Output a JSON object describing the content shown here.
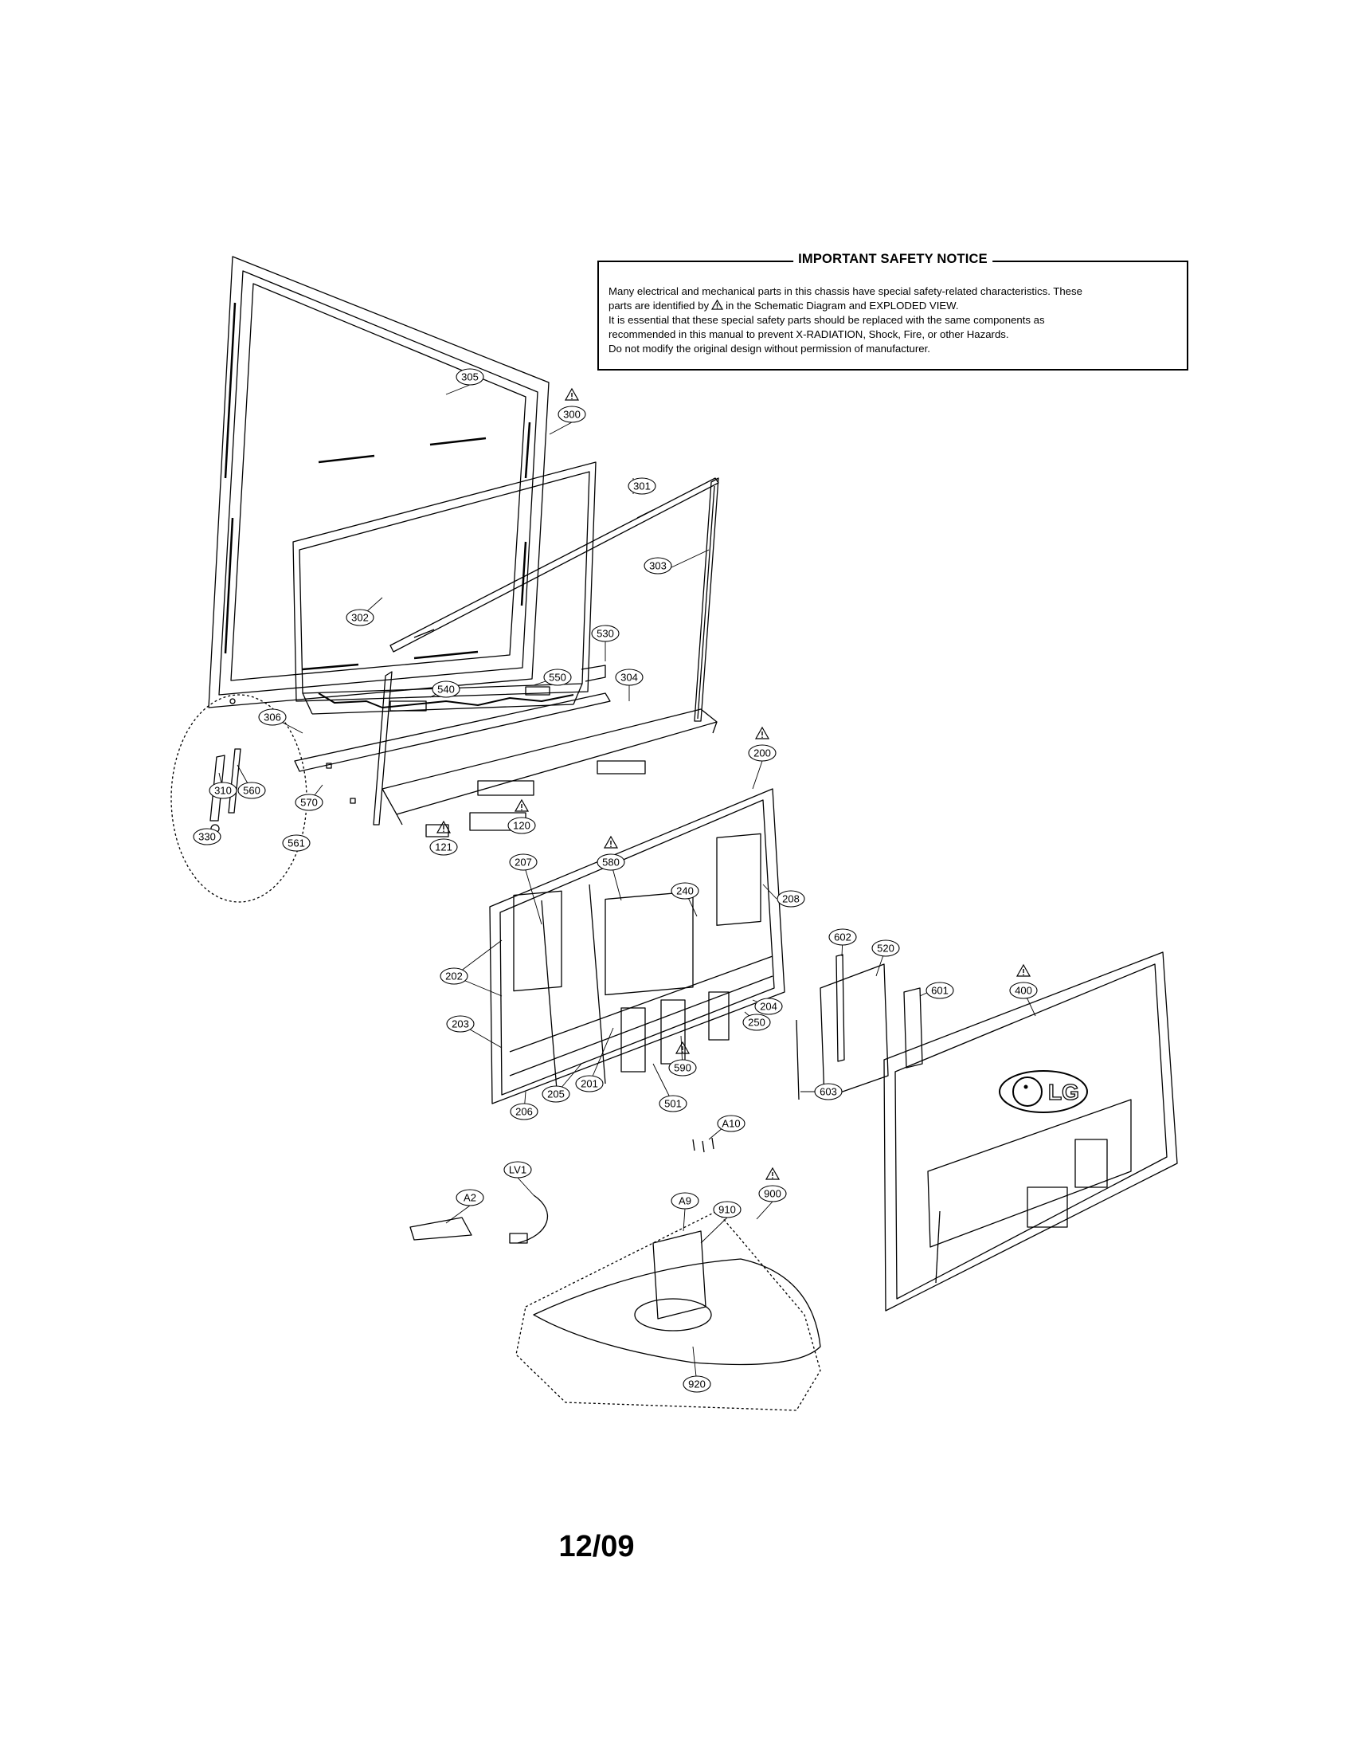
{
  "notice": {
    "title": "IMPORTANT SAFETY NOTICE",
    "line1": "Many electrical and mechanical parts in this chassis have special safety-related characteristics. These",
    "line2a": "parts are identified by",
    "line2b": "in the Schematic Diagram and EXPLODED VIEW.",
    "line3": "It is essential that these special safety parts should be replaced with the same components as",
    "line4": "recommended in this manual to prevent X-RADIATION, Shock, Fire, or other Hazards.",
    "line5": "Do not modify the original design without permission of manufacturer."
  },
  "brand_logo": "LG",
  "page_number": "12/09",
  "part_labels": [
    {
      "id": "305"
    },
    {
      "id": "300",
      "safety": true
    },
    {
      "id": "301"
    },
    {
      "id": "303"
    },
    {
      "id": "302"
    },
    {
      "id": "530"
    },
    {
      "id": "550"
    },
    {
      "id": "304"
    },
    {
      "id": "540"
    },
    {
      "id": "306"
    },
    {
      "id": "200",
      "safety": true
    },
    {
      "id": "310"
    },
    {
      "id": "560"
    },
    {
      "id": "570"
    },
    {
      "id": "330"
    },
    {
      "id": "561"
    },
    {
      "id": "121",
      "safety": true
    },
    {
      "id": "120",
      "safety": true
    },
    {
      "id": "240"
    },
    {
      "id": "580",
      "safety": true
    },
    {
      "id": "207"
    },
    {
      "id": "208"
    },
    {
      "id": "602"
    },
    {
      "id": "520"
    },
    {
      "id": "202"
    },
    {
      "id": "601"
    },
    {
      "id": "400",
      "safety": true
    },
    {
      "id": "204"
    },
    {
      "id": "203"
    },
    {
      "id": "250"
    },
    {
      "id": "590",
      "safety": true
    },
    {
      "id": "205"
    },
    {
      "id": "201"
    },
    {
      "id": "501"
    },
    {
      "id": "603"
    },
    {
      "id": "206"
    },
    {
      "id": "A10"
    },
    {
      "id": "LV1"
    },
    {
      "id": "900",
      "safety": true
    },
    {
      "id": "A2"
    },
    {
      "id": "A9"
    },
    {
      "id": "910"
    },
    {
      "id": "920"
    }
  ]
}
